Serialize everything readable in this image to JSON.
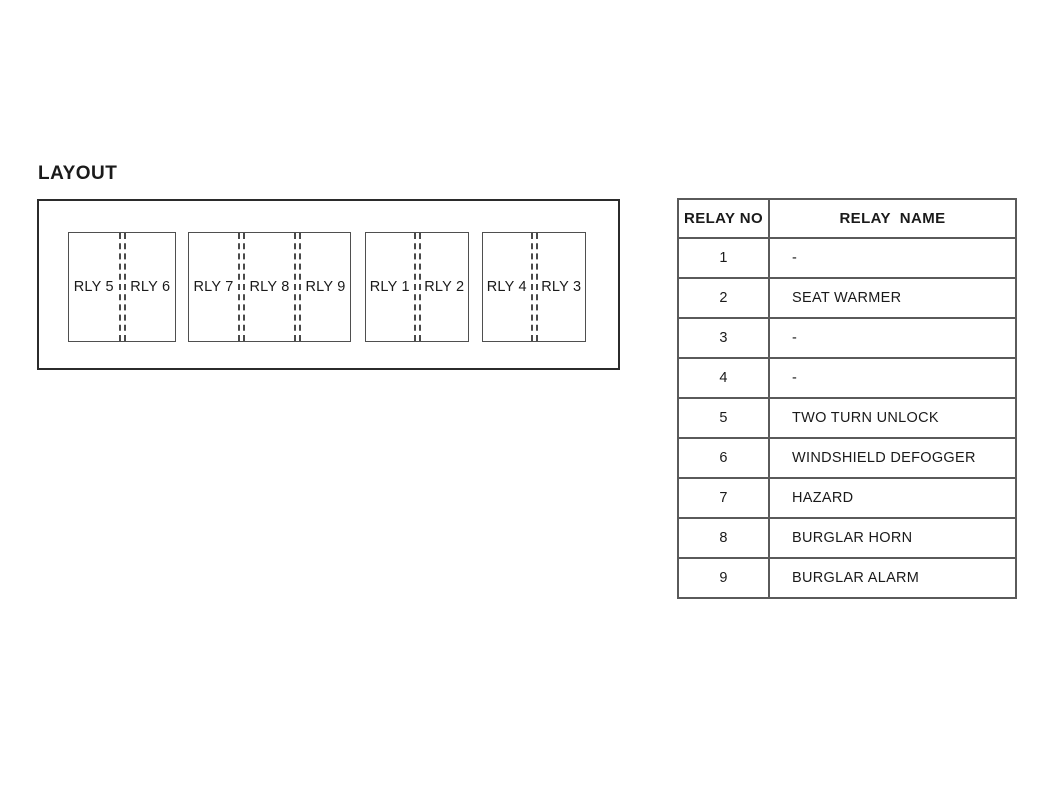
{
  "layout_section": {
    "title": "LAYOUT",
    "relay_groups": [
      {
        "cells": [
          "RLY 5",
          "RLY 6"
        ]
      },
      {
        "cells": [
          "RLY 7",
          "RLY 8",
          "RLY 9"
        ]
      },
      {
        "cells": [
          "RLY 1",
          "RLY 2"
        ]
      },
      {
        "cells": [
          "RLY 4",
          "RLY 3"
        ]
      }
    ]
  },
  "relay_table": {
    "headers": [
      "RELAY NO",
      "RELAY  NAME"
    ],
    "rows": [
      {
        "no": "1",
        "name": "-"
      },
      {
        "no": "2",
        "name": "SEAT WARMER"
      },
      {
        "no": "3",
        "name": "-"
      },
      {
        "no": "4",
        "name": "-"
      },
      {
        "no": "5",
        "name": "TWO TURN UNLOCK"
      },
      {
        "no": "6",
        "name": "WINDSHIELD DEFOGGER"
      },
      {
        "no": "7",
        "name": "HAZARD"
      },
      {
        "no": "8",
        "name": "BURGLAR HORN"
      },
      {
        "no": "9",
        "name": "BURGLAR ALARM"
      }
    ]
  },
  "colors": {
    "background": "#ffffff",
    "text": "#1a1a1a",
    "outer_border": "#2b2b2b",
    "inner_border": "#5a5a5a",
    "dashed_divider": "#4a4a4a"
  }
}
